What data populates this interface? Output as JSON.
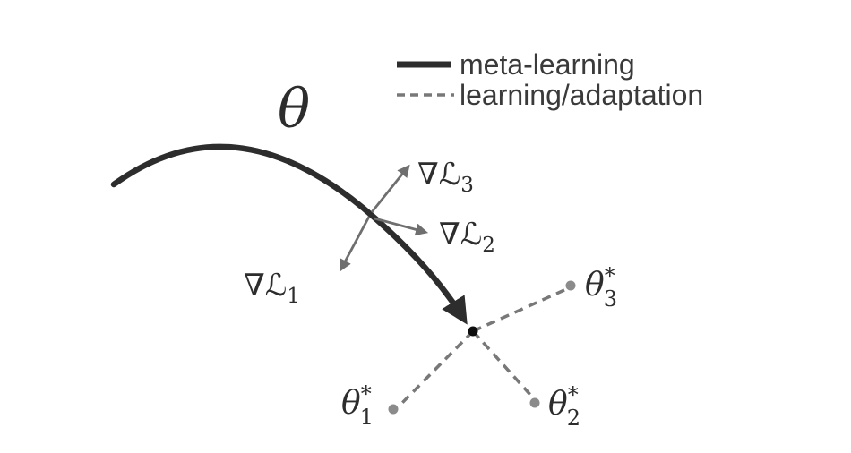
{
  "figure": {
    "legend": {
      "items": [
        {
          "label": "meta-learning",
          "style": "solid"
        },
        {
          "label": "learning/adaptation",
          "style": "dashed"
        }
      ]
    },
    "labels": {
      "meta_parameters": "θ",
      "gradients": [
        {
          "main": "∇ℒ",
          "sub": "1"
        },
        {
          "main": "∇ℒ",
          "sub": "2"
        },
        {
          "main": "∇ℒ",
          "sub": "3"
        }
      ],
      "task_optima": [
        {
          "base": "θ",
          "sup": "*",
          "sub": "1"
        },
        {
          "base": "θ",
          "sup": "*",
          "sub": "2"
        },
        {
          "base": "θ",
          "sup": "*",
          "sub": "3"
        }
      ]
    },
    "colors": {
      "background": "#ffffff",
      "curve": "#2d2d2d",
      "gradient_arrows": "#6f6f6f",
      "adaptation_dashed": "#787878",
      "endpoint_dot": "#0d0d0d",
      "task_dots": "#8b8b8b",
      "text": "#2d2d2d",
      "legend_text": "#3a3a3a"
    }
  }
}
